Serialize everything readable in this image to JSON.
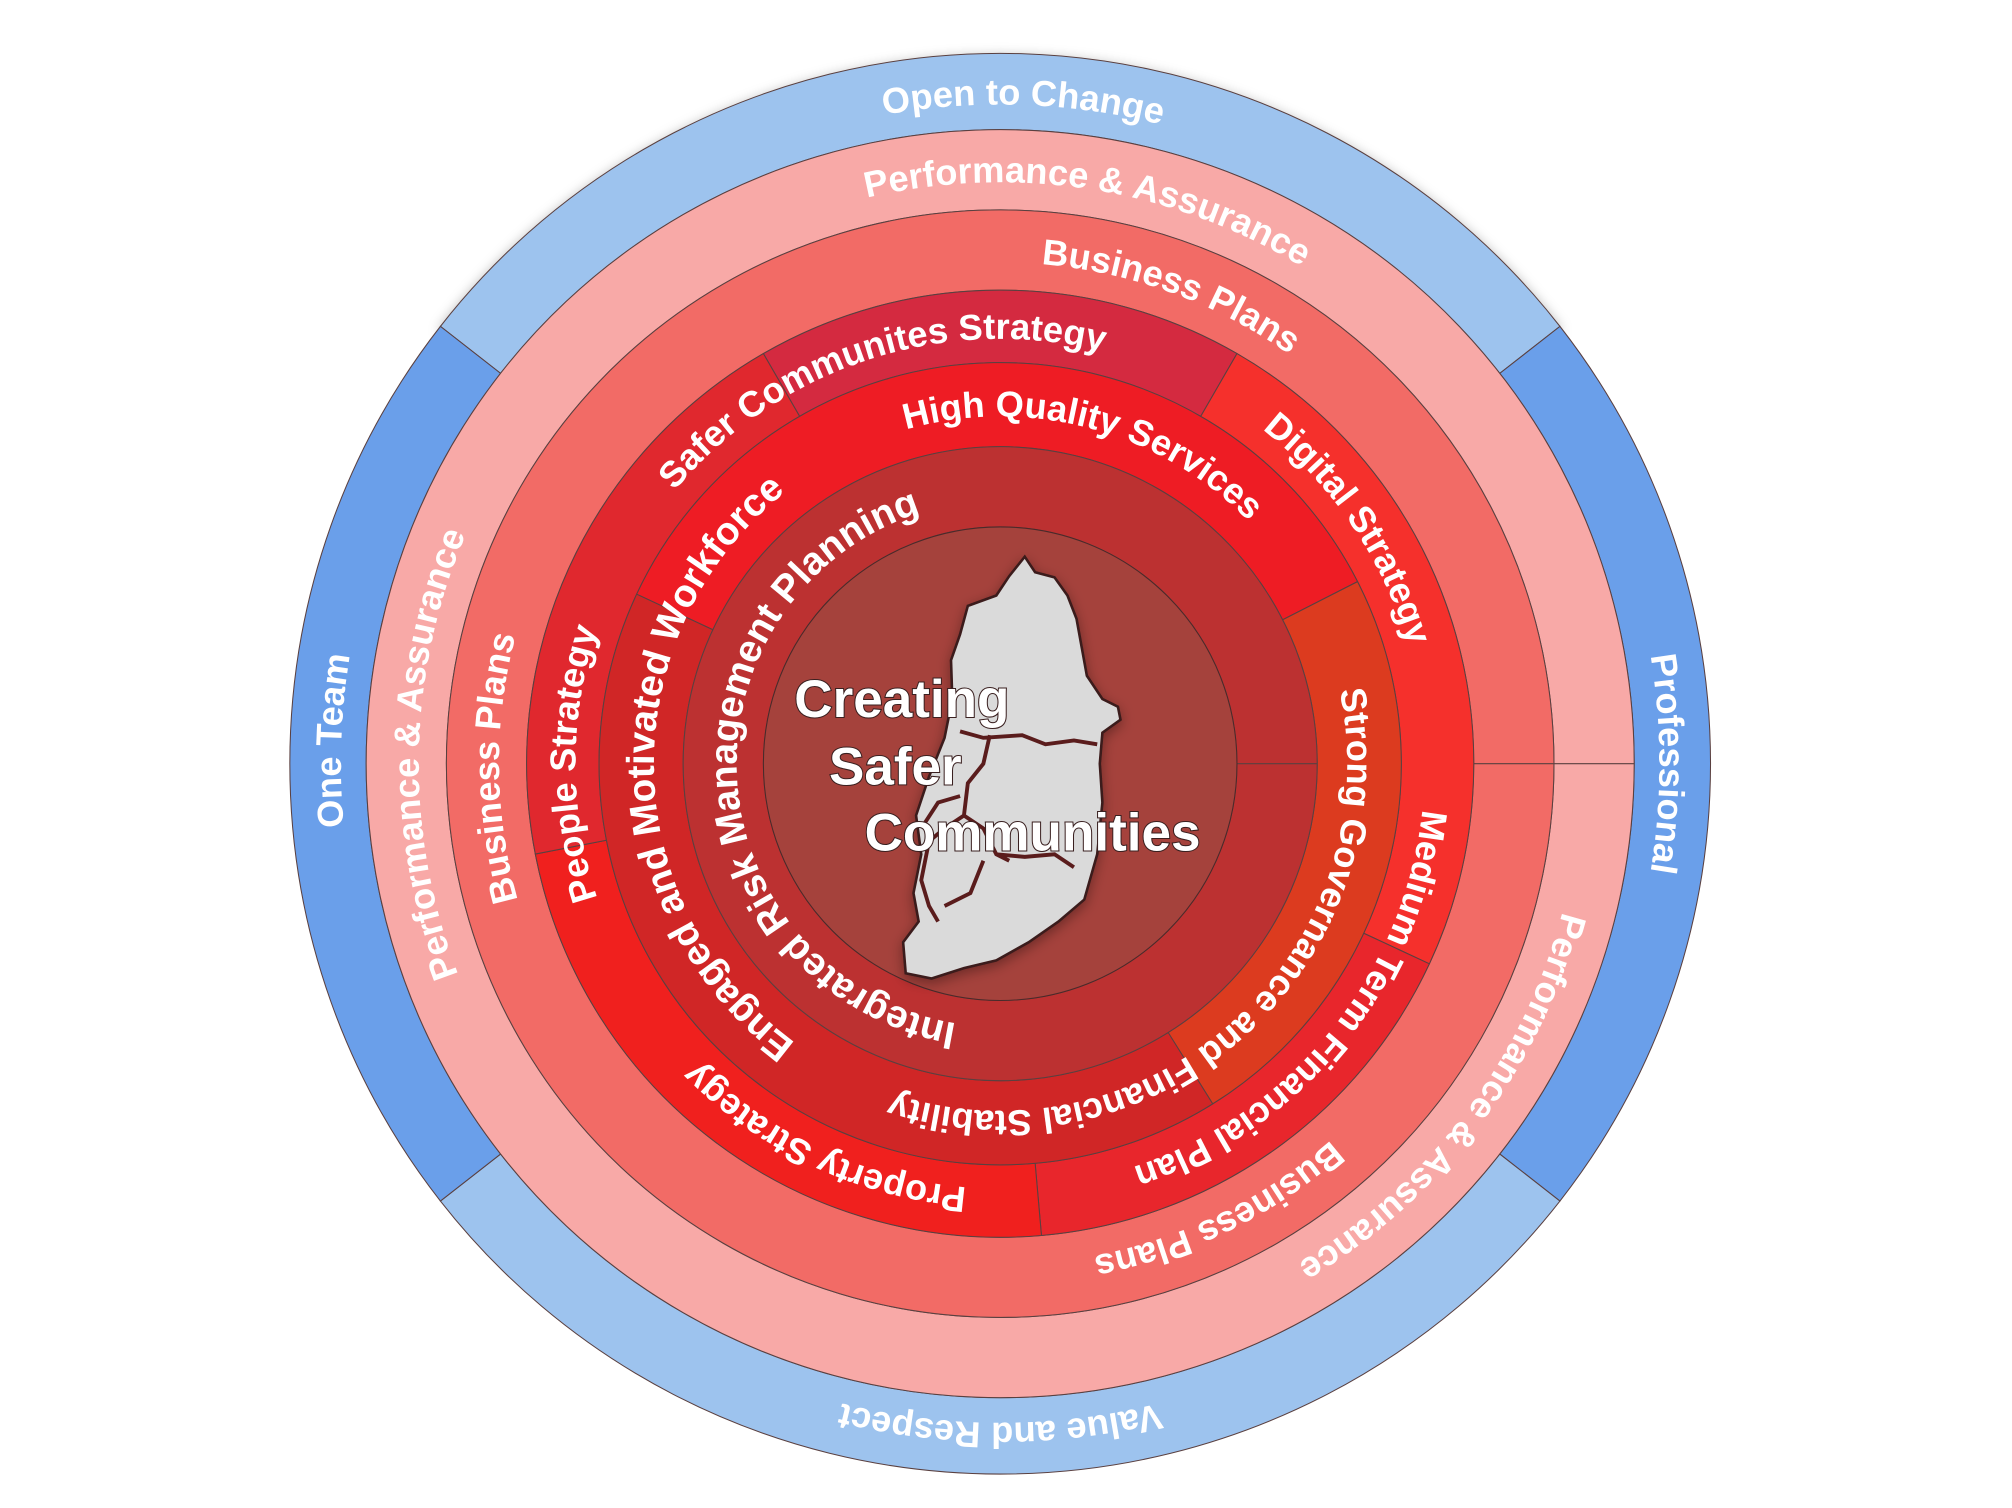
{
  "center": {
    "line1": "Creating",
    "line2": "Safer",
    "line3": "Communities"
  },
  "values_ring": {
    "top": "One Team",
    "right": "Open to Change",
    "bottom": "Professional",
    "left": "Value and Respect"
  },
  "assurance_ring": {
    "top": "Performance & Assurance",
    "right": "Performance & Assurance",
    "bottom_left": "Performance & Assurance"
  },
  "business_ring": {
    "top": "Business Plans",
    "right": "Business Plans",
    "left": "Business Plans"
  },
  "strategy_ring": {
    "people": "People Strategy",
    "safer": "Safer Communites Strategy",
    "digital": "Digital Strategy",
    "financial": "Medium Term Financial Plan",
    "property": "Property Strategy"
  },
  "outcomes_ring": {
    "workforce": "Engaged and Motivated Workforce",
    "services": "High Quality Services",
    "governance": "Strong Governance and Financial Stability"
  },
  "planning_ring": {
    "irmp": "Integrated Risk Management Planning"
  },
  "colors": {
    "blue_light": "#9DC3EE",
    "blue_dark": "#6A9FEA",
    "assurance": "#F8A9A7",
    "business": "#F26B66",
    "people": "#D42A40",
    "safer": "#F5302C",
    "digital": "#E8262C",
    "financial": "#F0201E",
    "property": "#E0282E",
    "workforce": "#EE1C24",
    "services": "#DC3B1F",
    "governance": "#D02626",
    "irmp": "#BC3131",
    "center": "#A5423C",
    "map": "#DADADA",
    "map_border": "#5a1e1e"
  }
}
